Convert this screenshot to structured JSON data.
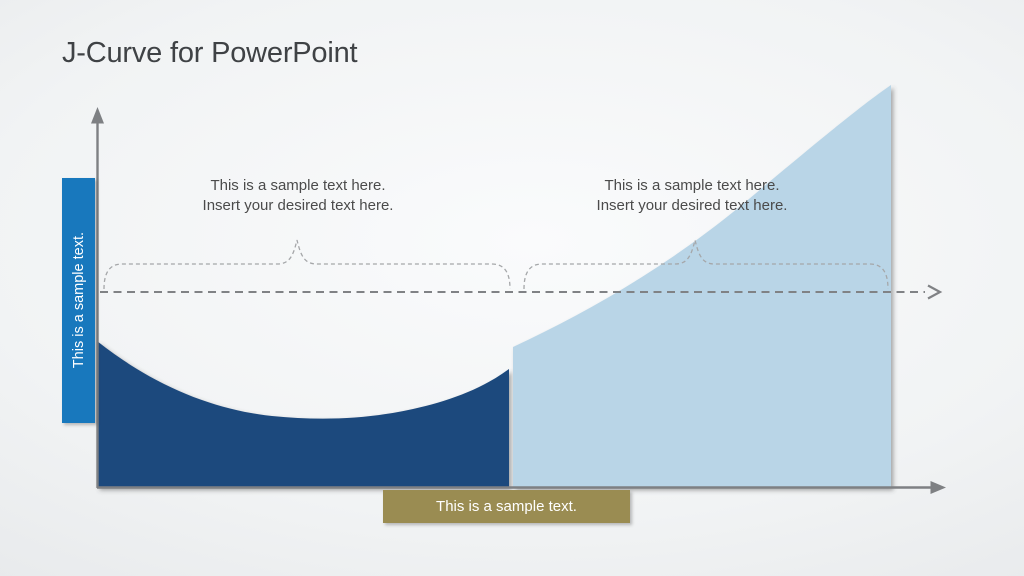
{
  "slide": {
    "title": "J-Curve for PowerPoint"
  },
  "diagram": {
    "left_callout": {
      "line1": "This is a sample text here.",
      "line2": "Insert your desired text here."
    },
    "right_callout": {
      "line1": "This is a sample text here.",
      "line2": "Insert your desired text here."
    },
    "y_axis_label": "This is a sample text.",
    "x_axis_label": "This is a sample text.",
    "colors": {
      "navy_curve": "#1f4a7d",
      "light_blue_curve": "#b9d5e7",
      "y_label_box": "#1878bd",
      "x_label_box": "#9a8c52",
      "axis_gray": "#7e8083",
      "dashed_line_gray": "#808285",
      "brace_gray": "#a5a7a9"
    }
  }
}
